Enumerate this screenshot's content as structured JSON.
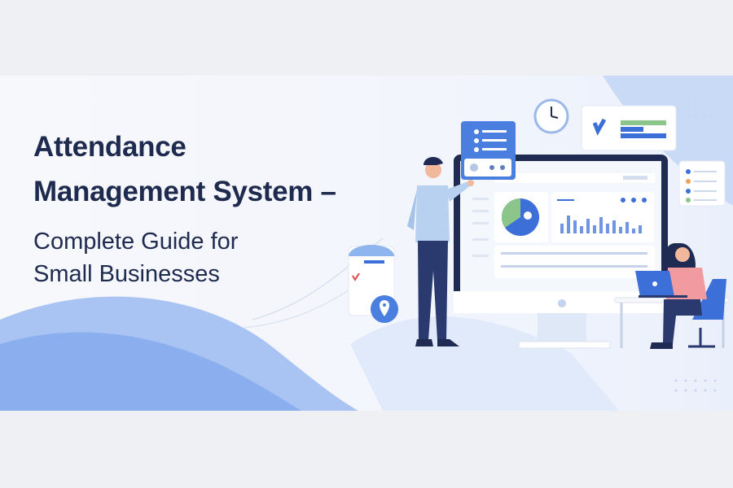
{
  "headline": {
    "line1": "Attendance",
    "line2": "Management System –",
    "line3": "Complete Guide for",
    "line4": "Small Businesses"
  },
  "colors": {
    "title": "#1e2a4e",
    "accent": "#3d6fd9",
    "green": "#8cc58a",
    "monitor": "#1f2b52",
    "shirt_man": "#b9d1f1",
    "shirt_woman": "#f19a9f"
  },
  "icons": [
    "clock-icon",
    "checklist-icon",
    "map-pin-icon",
    "pie-chart-icon",
    "bar-chart-icon",
    "laptop-icon"
  ]
}
